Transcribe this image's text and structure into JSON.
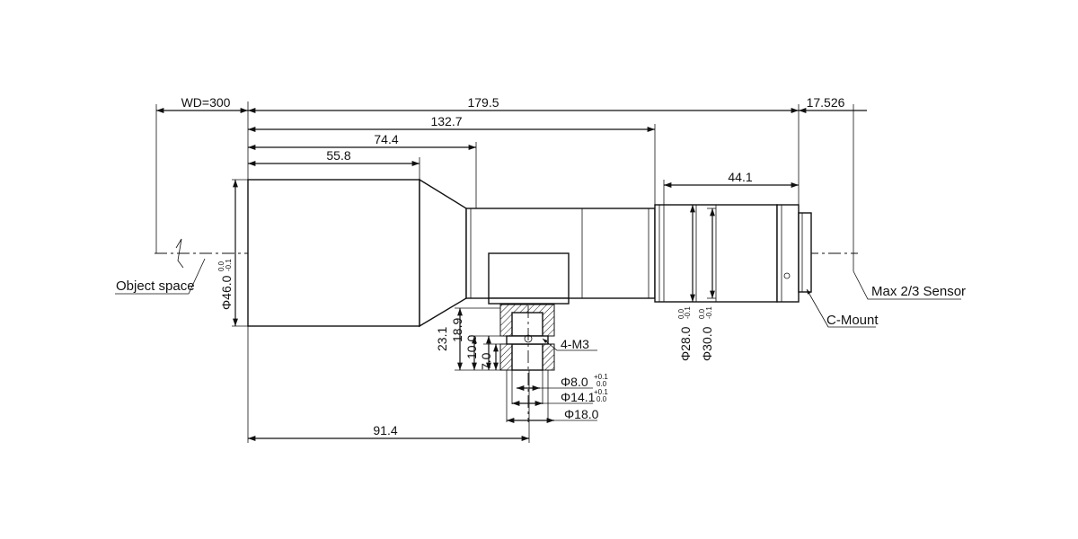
{
  "dimensions": {
    "wd": "WD=300",
    "total_length": "179.5",
    "len_132": "132.7",
    "len_74": "74.4",
    "len_55": "55.8",
    "len_44": "44.1",
    "flange": "17.526",
    "mount_offset": "91.4",
    "dia_front": "Φ46.0",
    "dia_front_tol_upper": "0.0",
    "dia_front_tol_lower": "-0.1",
    "dia_28": "Φ28.0",
    "dia_28_tol_upper": "0.0",
    "dia_28_tol_lower": "-0.1",
    "dia_30": "Φ30.0",
    "dia_30_tol_upper": "0.0",
    "dia_30_tol_lower": "-0.1",
    "h_23": "23.1",
    "h_18": "18.9",
    "h_10": "10.0",
    "h_7": "7.0",
    "dia_8": "Φ8.0",
    "dia_8_tol_upper": "+0.1",
    "dia_8_tol_lower": "0.0",
    "dia_14": "Φ14.1",
    "dia_14_tol_upper": "+0.1",
    "dia_14_tol_lower": "0.0",
    "dia_18": "Φ18.0"
  },
  "labels": {
    "object_space": "Object space",
    "sensor": "Max 2/3 Sensor",
    "mount": "C-Mount",
    "screw": "4-M3"
  }
}
